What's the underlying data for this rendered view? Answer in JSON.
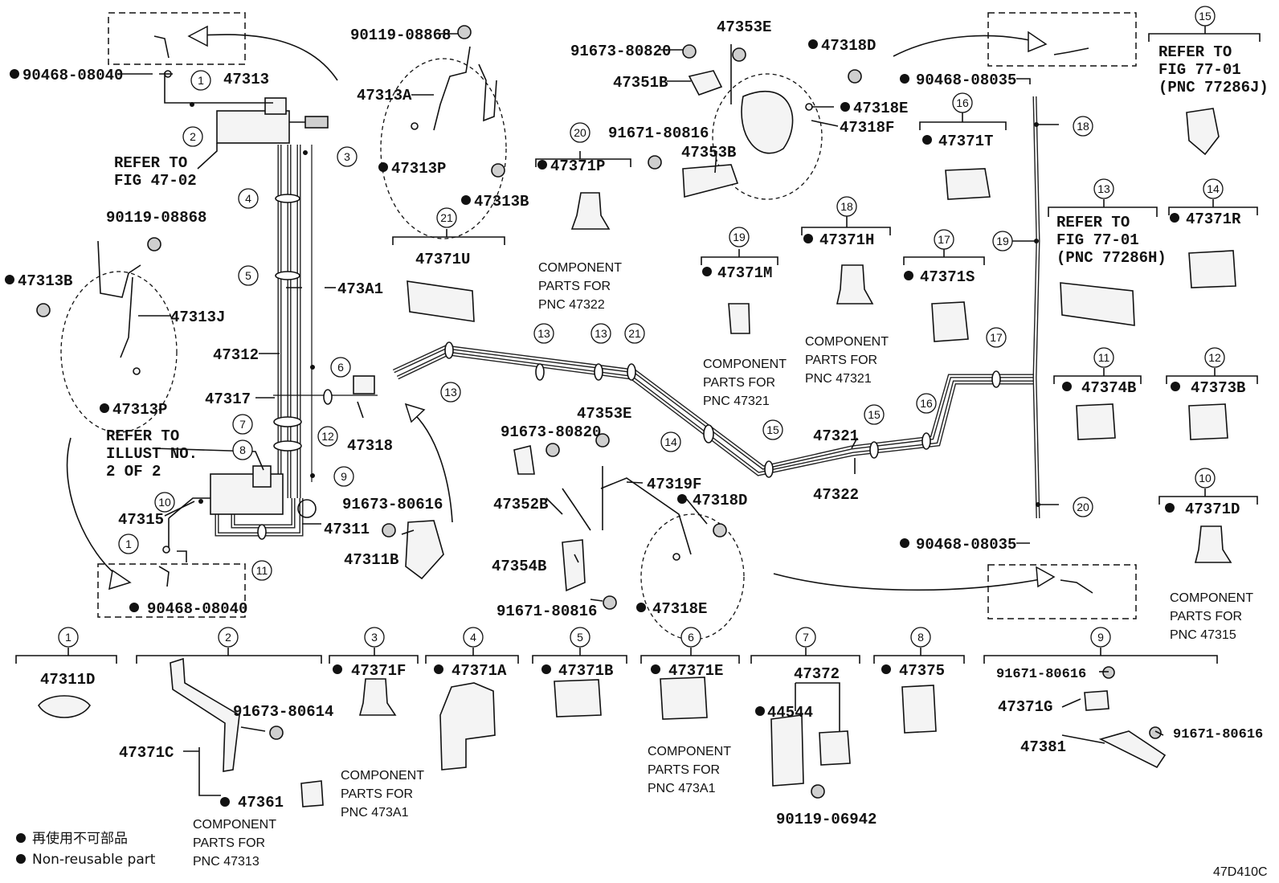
{
  "diagram_id": "47D410C",
  "legend": {
    "jp": "再使用不可部品",
    "en": "Non-reusable part"
  },
  "labels": {
    "p90468_08040_a": "90468-08040",
    "p47313": "47313",
    "refer_fig_47_02": [
      "REFER TO",
      "FIG 47-02"
    ],
    "p90119_08868_a": "90119-08868",
    "p47313A": "47313A",
    "p47313P_a": "47313P",
    "p47313B_a": "47313B",
    "p91673_80820_a": "91673-80820",
    "p47353E_a": "47353E",
    "p47351B": "47351B",
    "p47318D_a": "47318D",
    "p47318E_a": "47318E",
    "p47318F": "47318F",
    "p91671_80816_a": "91671-80816",
    "p47353B": "47353B",
    "p47371P": "47371P",
    "comp_47322": [
      "COMPONENT",
      "PARTS FOR",
      "PNC 47322"
    ],
    "p47371U": "47371U",
    "p473A1": "473A1",
    "p47312": "47312",
    "p47317": "47317",
    "p47318": "47318",
    "p90119_08868_b": "90119-08868",
    "p47313B_b": "47313B",
    "p47313J": "47313J",
    "p47313P_b": "47313P",
    "refer_illust": [
      "REFER TO",
      "ILLUST NO.",
      "2 OF 2"
    ],
    "p47315": "47315",
    "p47311": "47311",
    "p90468_08040_b": "90468-08040",
    "p91673_80616": "91673-80616",
    "p47311B": "47311B",
    "p91673_80820_b": "91673-80820",
    "p47353E_b": "47353E",
    "p47352B": "47352B",
    "p47319F": "47319F",
    "p47318D_b": "47318D",
    "p47354B": "47354B",
    "p91671_80816_b": "91671-80816",
    "p47318E_b": "47318E",
    "p47371M": "47371M",
    "comp_47321_a": [
      "COMPONENT",
      "PARTS FOR",
      "PNC 47321"
    ],
    "p47371H": "47371H",
    "comp_47321_b": [
      "COMPONENT",
      "PARTS FOR",
      "PNC 47321"
    ],
    "p47371T": "47371T",
    "p47371S": "47371S",
    "p47321": "47321",
    "p47322": "47322",
    "p90468_08035_a": "90468-08035",
    "p90468_08035_b": "90468-08035",
    "refer_77286J": [
      "REFER TO",
      "FIG 77-01",
      "(PNC 77286J)"
    ],
    "refer_77286H": [
      "REFER TO",
      "FIG 77-01",
      "(PNC 77286H)"
    ],
    "p47371R": "47371R",
    "p47374B": "47374B",
    "p47373B": "47373B",
    "p47371D": "47371D",
    "comp_47315": [
      "COMPONENT",
      "PARTS FOR",
      "PNC 47315"
    ],
    "p47311D": "47311D",
    "p91673_80614": "91673-80614",
    "p47371C": "47371C",
    "p47361": "47361",
    "comp_47313": [
      "COMPONENT",
      "PARTS FOR",
      "PNC 47313"
    ],
    "p47371F": "47371F",
    "comp_473A1_a": [
      "COMPONENT",
      "PARTS FOR",
      "PNC 473A1"
    ],
    "p47371A": "47371A",
    "p47371B": "47371B",
    "p47371E": "47371E",
    "comp_473A1_b": [
      "COMPONENT",
      "PARTS FOR",
      "PNC 473A1"
    ],
    "p47372": "47372",
    "p44544": "44544",
    "p90119_06942": "90119-06942",
    "p47375": "47375",
    "p91671_80616_a": "91671-80616",
    "p47371G": "47371G",
    "p47381": "47381",
    "p91671_80616_b": "91671-80616"
  },
  "callout_numbers": [
    "1",
    "2",
    "3",
    "4",
    "5",
    "6",
    "7",
    "8",
    "9",
    "10",
    "11",
    "12",
    "13",
    "14",
    "15",
    "16",
    "17",
    "18",
    "19",
    "20",
    "21"
  ]
}
